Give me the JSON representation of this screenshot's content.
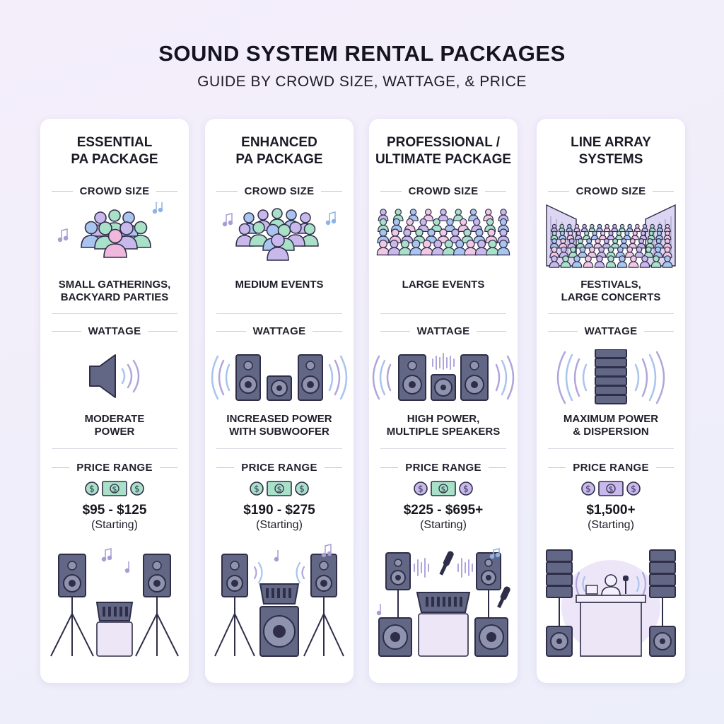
{
  "header": {
    "title": "SOUND SYSTEM RENTAL PACKAGES",
    "subtitle": "GUIDE BY CROWD SIZE, WATTAGE, & PRICE"
  },
  "section_labels": {
    "crowd": "CROWD SIZE",
    "wattage": "WATTAGE",
    "price": "PRICE RANGE"
  },
  "packages": [
    {
      "name": "ESSENTIAL\nPA PACKAGE",
      "crowd_desc": "SMALL GATHERINGS,\nBACKYARD PARTIES",
      "wattage_desc": "MODERATE\nPOWER",
      "price": "$95 - $125",
      "price_note": "(Starting)",
      "accent": "#a8e0c8"
    },
    {
      "name": "ENHANCED\nPA PACKAGE",
      "crowd_desc": "MEDIUM EVENTS",
      "wattage_desc": "INCREASED POWER\nWITH SUBWOOFER",
      "price": "$190 - $275",
      "price_note": "(Starting)",
      "accent": "#a8e0c8"
    },
    {
      "name": "PROFESSIONAL /\nULTIMATE PACKAGE",
      "crowd_desc": "LARGE EVENTS",
      "wattage_desc": "HIGH POWER,\nMULTIPLE SPEAKERS",
      "price": "$225 - $695+",
      "price_note": "(Starting)",
      "accent": "#c9b8ec"
    },
    {
      "name": "LINE ARRAY\nSYSTEMS",
      "crowd_desc": "FESTIVALS,\nLARGE CONCERTS",
      "wattage_desc": "MAXIMUM POWER\n& DISPERSION",
      "price": "$1,500+",
      "price_note": "(Starting)",
      "accent": "#c9b8ec"
    }
  ],
  "icons": [
    "crowd-icon",
    "speaker-icon",
    "money-icon",
    "pa-setup-icon",
    "music-note-icon"
  ],
  "colors": {
    "outline": "#2f2e48",
    "speaker_fill": "#626785",
    "lavender": "#c9b8ec",
    "mint": "#a8e0c8",
    "blue": "#a9c4ee",
    "wave": "#a89cd6"
  }
}
